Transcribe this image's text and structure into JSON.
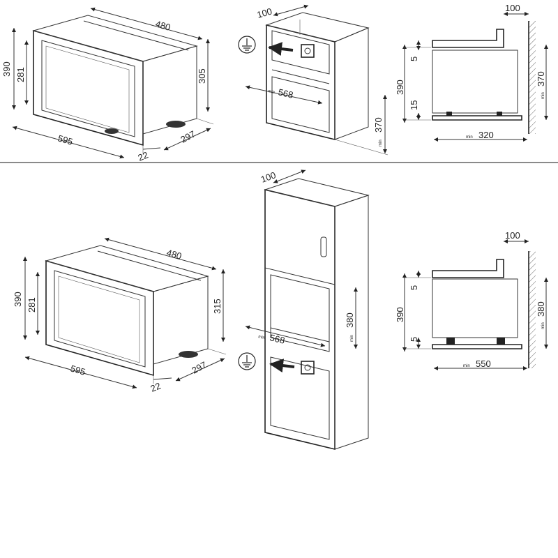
{
  "top": {
    "oven": {
      "width": "480",
      "height_total": "390",
      "height_inner": "281",
      "depth_side": "305",
      "front_width": "595",
      "frame": "22",
      "depth": "297"
    },
    "cabinet": {
      "gap": "100",
      "min_label": "min",
      "opening_width": "568",
      "opening_height": "370"
    },
    "side": {
      "gap": "100",
      "gap_top": "5",
      "height": "390",
      "gap_bottom": "15",
      "min_label": "min",
      "opening_height": "370",
      "depth_min": "320"
    }
  },
  "bottom": {
    "oven": {
      "width": "480",
      "height_total": "390",
      "height_inner": "281",
      "depth_side": "315",
      "front_width": "595",
      "frame": "22",
      "depth": "297"
    },
    "cabinet": {
      "gap": "100",
      "min_label": "min",
      "opening_width": "568",
      "opening_height": "380"
    },
    "side": {
      "gap": "100",
      "gap_top": "5",
      "height": "390",
      "gap_bottom": "5",
      "min_label": "min",
      "opening_height": "380",
      "depth_min": "550"
    }
  },
  "icons": [
    "ground-icon",
    "ground-icon"
  ]
}
